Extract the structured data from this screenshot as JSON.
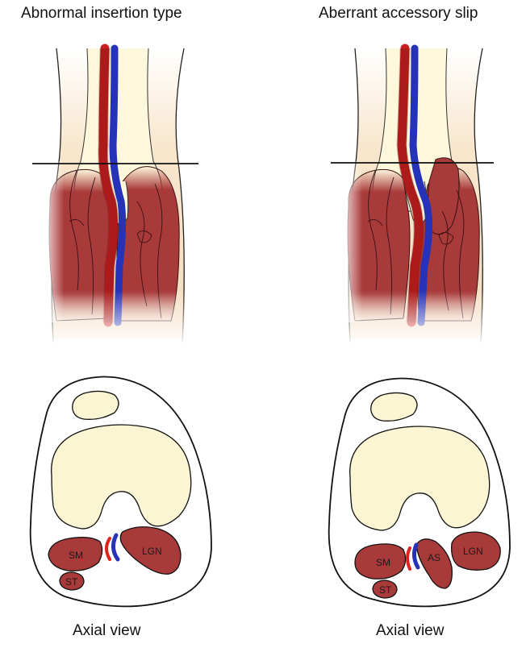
{
  "panels": [
    {
      "title": "Abnormal insertion type",
      "caption": "Axial view",
      "axial_labels": {
        "sm": "SM",
        "st": "ST",
        "lgn": "LGN"
      }
    },
    {
      "title": "Aberrant accessory slip",
      "caption": "Axial view",
      "axial_labels": {
        "sm": "SM",
        "st": "ST",
        "as": "AS",
        "lgn": "LGN"
      }
    }
  ],
  "colors": {
    "muscle": "#a83a3a",
    "bone": "#fbf5d3",
    "skin": "#f8e6cc",
    "artery": "#cc1f1f",
    "vein": "#2632b8",
    "outline": "#111111"
  }
}
